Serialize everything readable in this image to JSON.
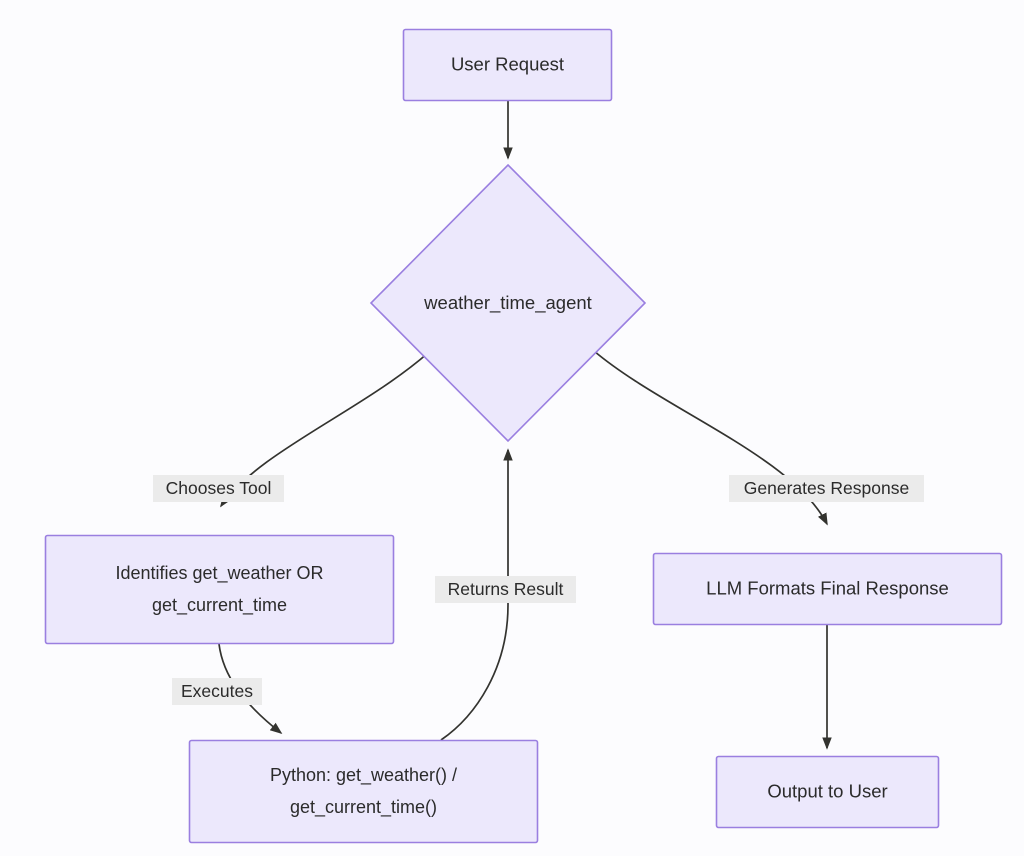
{
  "diagram": {
    "type": "flowchart",
    "direction": "top-down",
    "background_color": "#fcfcfe",
    "node_fill_color": "#ece8fc",
    "node_border_color": "#9a7fe0",
    "edge_color": "#33332f",
    "edge_label_background": "#ebebeb",
    "text_color": "#2b2b2b",
    "nodes": [
      {
        "id": "user_request",
        "label": "User Request",
        "shape": "rectangle"
      },
      {
        "id": "agent",
        "label": "weather_time_agent",
        "shape": "diamond"
      },
      {
        "id": "identifies",
        "label": "Identifies get_weather OR get_current_time",
        "line1": "Identifies get_weather OR",
        "line2": "get_current_time",
        "shape": "rectangle"
      },
      {
        "id": "python_tools",
        "label": "Python: get_weather() / get_current_time()",
        "line1": "Python: get_weather() /",
        "line2": "get_current_time()",
        "shape": "rectangle"
      },
      {
        "id": "llm_formats",
        "label": "LLM Formats Final Response",
        "shape": "rectangle"
      },
      {
        "id": "output",
        "label": "Output to User",
        "shape": "rectangle"
      }
    ],
    "edges": [
      {
        "id": "e1",
        "from": "user_request",
        "to": "agent",
        "label": ""
      },
      {
        "id": "e2",
        "from": "agent",
        "to": "identifies",
        "label": "Chooses Tool"
      },
      {
        "id": "e3",
        "from": "identifies",
        "to": "python_tools",
        "label": "Executes"
      },
      {
        "id": "e4",
        "from": "python_tools",
        "to": "agent",
        "label": "Returns Result"
      },
      {
        "id": "e5",
        "from": "agent",
        "to": "llm_formats",
        "label": "Generates Response"
      },
      {
        "id": "e6",
        "from": "llm_formats",
        "to": "output",
        "label": ""
      }
    ]
  }
}
